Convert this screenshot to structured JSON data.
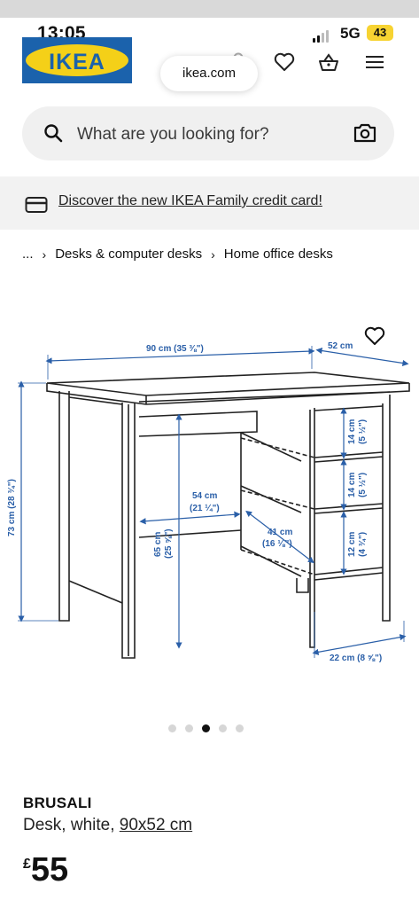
{
  "status_bar": {
    "time": "13:05",
    "network": "5G",
    "battery": "43"
  },
  "header": {
    "logo_text": "IKEA",
    "url": "ikea.com"
  },
  "search": {
    "placeholder": "What are you looking for?"
  },
  "promo": {
    "text": "Discover the new IKEA Family credit card!"
  },
  "breadcrumb": {
    "items": [
      "...",
      "Desks & computer desks",
      "Home office desks"
    ]
  },
  "drawing_labels": {
    "width": "90 cm (35 ⅜\")",
    "depth": "52 cm",
    "height": "73 cm (28 ¾\")",
    "knee_width": [
      "54 cm",
      "(21 ¼\")"
    ],
    "knee_depth": [
      "41 cm",
      "(16 ⅛\")"
    ],
    "knee_height": [
      "65 cm",
      "(25 ⅝\")"
    ],
    "shelf1": [
      "14 cm",
      "(5 ½\")"
    ],
    "shelf2": [
      "14 cm",
      "(5 ½\")"
    ],
    "shelf3": [
      "12 cm",
      "(4 ¾\")"
    ],
    "shelf_width": "22 cm (8 ⅝\")"
  },
  "gallery": {
    "count": 5,
    "active": 2
  },
  "product": {
    "name": "BRUSALI",
    "description": "Desk, white,",
    "size_link": "90x52 cm",
    "currency": "£",
    "price": "55"
  },
  "icons": [
    "search-icon",
    "camera-icon",
    "heart-icon",
    "basket-icon",
    "menu-icon",
    "card-icon",
    "user-icon"
  ]
}
